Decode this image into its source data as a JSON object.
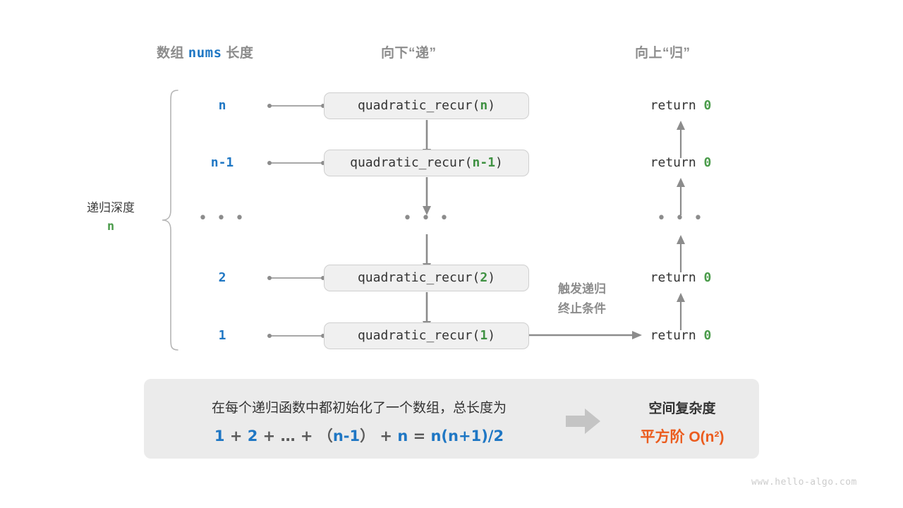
{
  "headers": {
    "left_prefix": "数组 ",
    "left_code": "nums",
    "left_suffix": " 长度",
    "middle": "向下“递”",
    "right": "向上“归”"
  },
  "depth": {
    "label": "递归深度",
    "value": "n"
  },
  "rows": [
    {
      "length": "n",
      "call_prefix": "quadratic_recur(",
      "call_arg": "n",
      "call_suffix": ")",
      "return_label": "return ",
      "return_value": "0"
    },
    {
      "length": "n-1",
      "call_prefix": "quadratic_recur(",
      "call_arg": "n-1",
      "call_suffix": ")",
      "return_label": "return ",
      "return_value": "0"
    },
    {
      "length": "…",
      "call_prefix": "",
      "call_arg": "",
      "call_suffix": "",
      "return_label": "",
      "return_value": ""
    },
    {
      "length": "2",
      "call_prefix": "quadratic_recur(",
      "call_arg": "2",
      "call_suffix": ")",
      "return_label": "return ",
      "return_value": "0"
    },
    {
      "length": "1",
      "call_prefix": "quadratic_recur(",
      "call_arg": "1",
      "call_suffix": ")",
      "return_label": "return ",
      "return_value": "0"
    }
  ],
  "ellipsis": "• • •",
  "terminate_note": {
    "line1": "触发递归",
    "line2": "终止条件"
  },
  "summary": {
    "text": "在每个递归函数中都初始化了一个数组，总长度为",
    "formula": {
      "t1": "1",
      "o1": " + ",
      "t2": "2",
      "o2": " + … + （",
      "t3": "n-1",
      "o3": "） + ",
      "t4": "n",
      "o4": " = ",
      "t5": "n(n+1)/2"
    },
    "complexity_title": "空间复杂度",
    "complexity_value": "平方阶  O(n²)"
  },
  "watermark": "www.hello-algo.com",
  "colors": {
    "blue": "#1f77c4",
    "green": "#4a9b4a",
    "orange": "#eb5c1e",
    "gray": "#8c8c8c",
    "box_fill": "#f0f0f0",
    "panel_fill": "#ebebeb"
  }
}
